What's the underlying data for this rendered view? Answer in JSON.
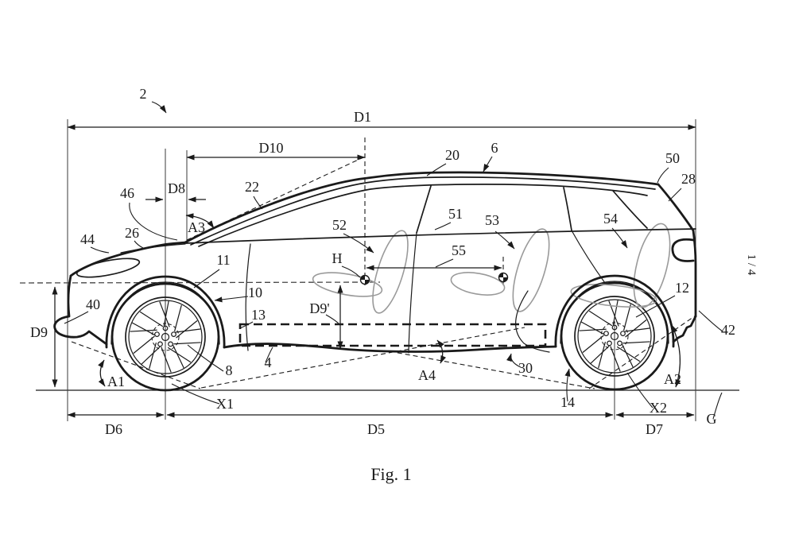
{
  "figure": {
    "caption": "Fig. 1",
    "sheet_number": "1 / 4"
  },
  "colors": {
    "ink": "#1a1a1a",
    "seat_gray": "#9a9a9a",
    "background": "#ffffff"
  },
  "labels": {
    "l2": "2",
    "d1": "D1",
    "d10": "D10",
    "d8": "D8",
    "l46": "46",
    "l22": "22",
    "a3": "A3",
    "l26": "26",
    "l44": "44",
    "l20": "20",
    "l6": "6",
    "l50": "50",
    "l28": "28",
    "l52": "52",
    "l51": "51",
    "l53": "53",
    "l54": "54",
    "l55": "55",
    "h": "H",
    "l11": "11",
    "l10": "10",
    "l13": "13",
    "l40": "40",
    "d9": "D9",
    "d9p": "D9'",
    "l12": "12",
    "l42": "42",
    "l8": "8",
    "l4": "4",
    "a4": "A4",
    "l30": "30",
    "l14": "14",
    "a1": "A1",
    "a2": "A2",
    "x1": "X1",
    "x2": "X2",
    "g": "G",
    "d6": "D6",
    "d5": "D5",
    "d7": "D7"
  }
}
